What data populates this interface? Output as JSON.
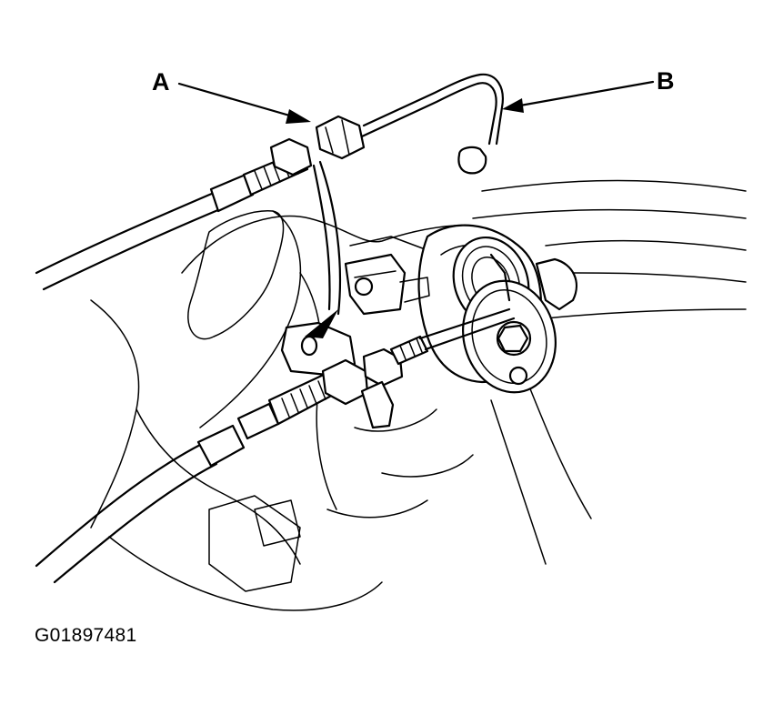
{
  "callouts": {
    "a": "A",
    "b": "B"
  },
  "figure_id": "G01897481",
  "colors": {
    "line": "#000000",
    "background": "#ffffff"
  }
}
